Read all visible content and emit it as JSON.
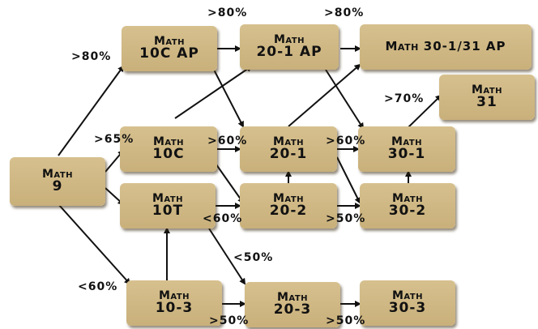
{
  "nodes": {
    "m9": {
      "l1": "Math",
      "l2": "9"
    },
    "m10c_ap": {
      "l1": "Math",
      "l2": "10C AP"
    },
    "m20_1_ap": {
      "l1": "Math",
      "l2": "20-1 AP"
    },
    "m30_31_ap": {
      "l1": "Math",
      "l2": "30-1/31 AP"
    },
    "m31": {
      "l1": "Math",
      "l2": "31"
    },
    "m10c": {
      "l1": "Math",
      "l2": "10C"
    },
    "m20_1": {
      "l1": "Math",
      "l2": "20-1"
    },
    "m30_1": {
      "l1": "Math",
      "l2": "30-1"
    },
    "m10t": {
      "l1": "Math",
      "l2": "10T"
    },
    "m20_2": {
      "l1": "Math",
      "l2": "20-2"
    },
    "m30_2": {
      "l1": "Math",
      "l2": "30-2"
    },
    "m10_3": {
      "l1": "Math",
      "l2": "10-3"
    },
    "m20_3": {
      "l1": "Math",
      "l2": "20-3"
    },
    "m30_3": {
      "l1": "Math",
      "l2": "30-3"
    }
  },
  "labels": {
    "to10cap": ">80%",
    "to20_1ap": ">80%",
    "to30ap": ">80%",
    "to31": ">70%",
    "to10c": ">65%",
    "to20_1": ">60%",
    "to30_1": ">60%",
    "to20_2": "<60%",
    "to30_2": ">50%",
    "to20_3_from10t": "<50%",
    "to10_3": "<60%",
    "to20_3": ">50%",
    "to30_3": ">50%"
  }
}
